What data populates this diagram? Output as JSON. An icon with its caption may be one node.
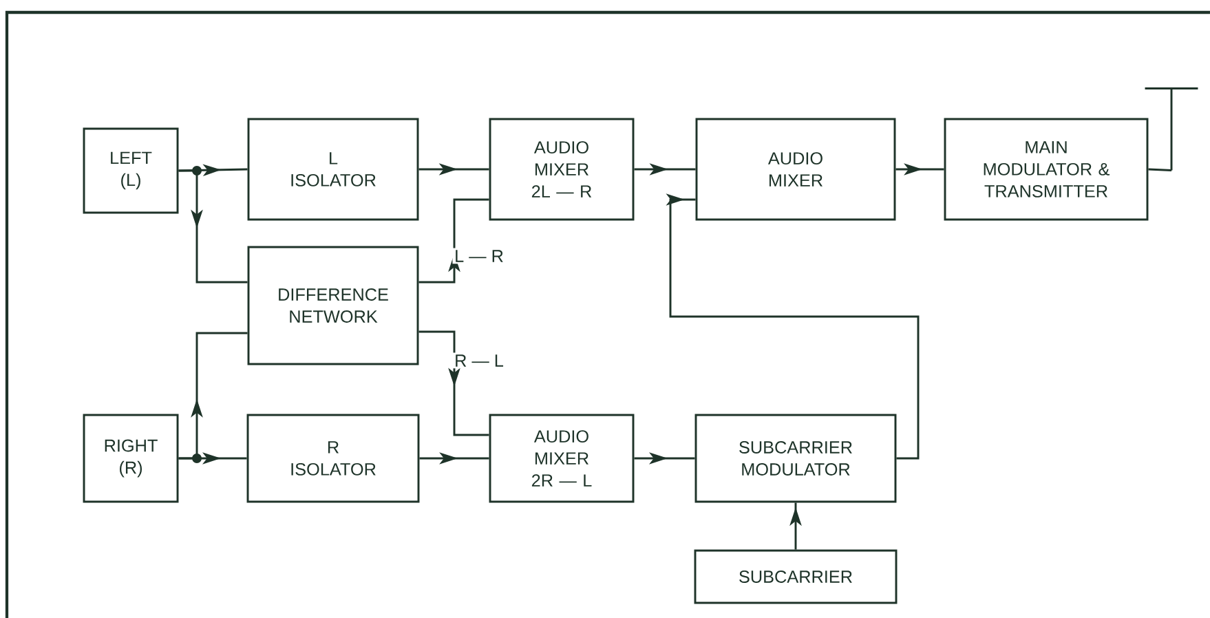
{
  "diagram": {
    "nodes": [
      {
        "text": [
          "LEFT (L)"
        ]
      },
      {
        "text": [
          "L ISOLATOR"
        ]
      },
      {
        "text": [
          "AUDIO MIXER 2L — R"
        ]
      },
      {
        "text": [
          "AUDIO MIXER"
        ]
      },
      {
        "text": [
          "MAIN MODULATOR & TRANSMITTER"
        ]
      },
      {
        "text": [],
        "shape": "antenna"
      },
      {
        "text": [
          "DIFFERENCE NETWORK"
        ]
      },
      {
        "text": [
          "RIGHT (R)"
        ]
      },
      {
        "text": [
          "R ISOLATOR"
        ]
      },
      {
        "text": [
          "AUDIO MIXER 2R — L"
        ]
      },
      {
        "text": [
          "SUBCARRIER MODULATOR"
        ]
      },
      {
        "text": [
          "SUBCARRIER"
        ]
      }
    ],
    "edges": [
      {
        "from": 0,
        "to": 1,
        "arrow": "to"
      },
      {
        "from": 0,
        "to": 6,
        "arrow": "to"
      },
      {
        "from": 7,
        "to": 8,
        "arrow": "to"
      },
      {
        "from": 7,
        "to": 6,
        "arrow": "to"
      },
      {
        "from": 1,
        "to": 2,
        "arrow": "to"
      },
      {
        "from": 6,
        "to": 2,
        "arrow": "to",
        "label": "L — R"
      },
      {
        "from": 6,
        "to": 9,
        "arrow": "to",
        "label": "R — L"
      },
      {
        "from": 8,
        "to": 9,
        "arrow": "to"
      },
      {
        "from": 2,
        "to": 3,
        "arrow": "to"
      },
      {
        "from": 3,
        "to": 4,
        "arrow": "to"
      },
      {
        "from": 9,
        "to": 10,
        "arrow": "to"
      },
      {
        "from": 11,
        "to": 10,
        "arrow": "to"
      },
      {
        "from": 10,
        "to": 3,
        "arrow": "to"
      },
      {
        "from": 4,
        "to": 5,
        "arrow": "none"
      }
    ]
  }
}
